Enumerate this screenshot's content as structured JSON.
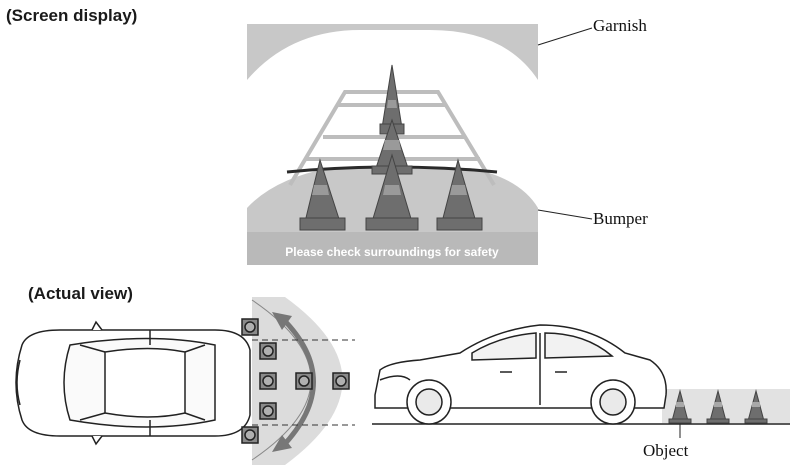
{
  "headings": {
    "screen_display": "(Screen display)",
    "actual_view": "(Actual view)"
  },
  "callouts": {
    "garnish": "Garnish",
    "bumper": "Bumper",
    "object": "Object"
  },
  "screen": {
    "warning_text": "Please check surroundings for safety"
  },
  "colors": {
    "screen_frame": "#c8c8c8",
    "cone": "#6e6e6e",
    "guide_line": "#bdbdbd",
    "bumper_line": "#2a2a2a",
    "sensor_zone": "#dcdcdc",
    "ink": "#222222"
  }
}
